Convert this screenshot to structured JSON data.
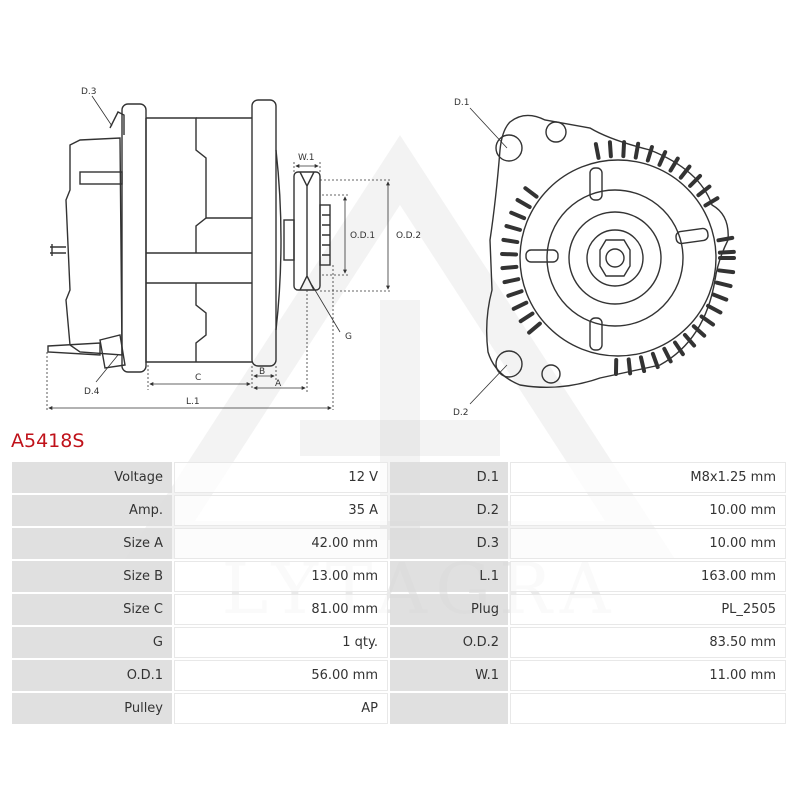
{
  "part_number": "A5418S",
  "watermark": "LYTAGRA",
  "drawing_labels": {
    "d3": "D.3",
    "d4": "D.4",
    "w1": "W.1",
    "od1": "O.D.1",
    "od2": "O.D.2",
    "g": "G",
    "c": "C",
    "b": "B",
    "a": "A",
    "l1": "L.1",
    "d1": "D.1",
    "d2": "D.2"
  },
  "specs": [
    {
      "k1": "Voltage",
      "v1": "12 V",
      "k2": "D.1",
      "v2": "M8x1.25 mm"
    },
    {
      "k1": "Amp.",
      "v1": "35 A",
      "k2": "D.2",
      "v2": "10.00 mm"
    },
    {
      "k1": "Size A",
      "v1": "42.00 mm",
      "k2": "D.3",
      "v2": "10.00 mm"
    },
    {
      "k1": "Size B",
      "v1": "13.00 mm",
      "k2": "L.1",
      "v2": "163.00 mm"
    },
    {
      "k1": "Size C",
      "v1": "81.00 mm",
      "k2": "Plug",
      "v2": "PL_2505"
    },
    {
      "k1": "G",
      "v1": "1 qty.",
      "k2": "O.D.2",
      "v2": "83.50 mm"
    },
    {
      "k1": "O.D.1",
      "v1": "56.00 mm",
      "k2": "W.1",
      "v2": "11.00 mm"
    },
    {
      "k1": "Pulley",
      "v1": "AP",
      "k2": "",
      "v2": ""
    }
  ]
}
